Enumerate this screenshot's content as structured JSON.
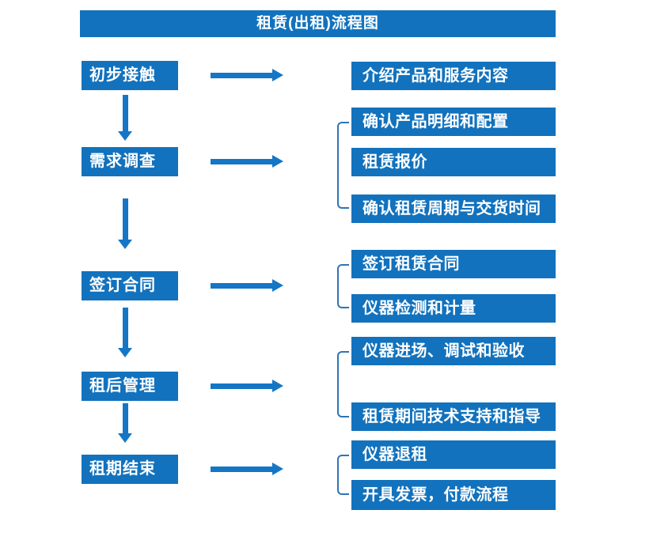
{
  "title": "租赁(出租)流程图",
  "colors": {
    "primary": "#1272BD",
    "arrow": "#1576C6",
    "bracket": "#2E74B5",
    "text": "#FFFFFF",
    "background": "#FFFFFF"
  },
  "stages": [
    {
      "label": "初步接触",
      "outputs": [
        "介绍产品和服务内容"
      ]
    },
    {
      "label": "需求调查",
      "outputs": [
        "确认产品明细和配置",
        "租赁报价",
        "确认租赁周期与交货时间"
      ]
    },
    {
      "label": "签订合同",
      "outputs": [
        "签订租赁合同",
        "仪器检测和计量"
      ]
    },
    {
      "label": "租后管理",
      "outputs": [
        "仪器进场、调试和验收",
        "租赁期间技术支持和指导"
      ]
    },
    {
      "label": "租期结束",
      "outputs": [
        "仪器退租",
        "开具发票，付款流程"
      ]
    }
  ]
}
